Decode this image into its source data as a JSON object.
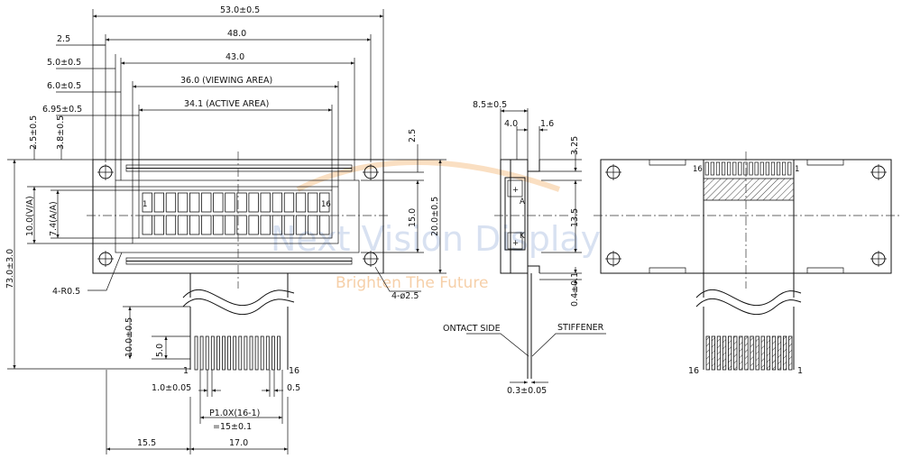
{
  "watermark": {
    "brand": "Next Vision Display",
    "tagline": "Brighten The Future"
  },
  "front_view": {
    "dims": {
      "overall_width": "53.0±0.5",
      "hole_pitch": "48.0",
      "pcb_inner": "43.0",
      "viewing_area": "36.0 (VIEWING AREA)",
      "active_area": "34.1 (ACTIVE AREA)",
      "off_2_5": "2.5",
      "off_5_0": "5.0±0.5",
      "off_6_0": "6.0±0.5",
      "off_6_95": "6.95±0.5",
      "top_2_5": "2.5±0.5",
      "top_3_8": "3.8±0.5",
      "va_height": "10.0(V/A)",
      "aa_height": "7.4(A/A)",
      "overall_height": "73.0±3.0",
      "right_2_5": "2.5",
      "right_15": "15.0",
      "right_20": "20.0±0.5",
      "corner_radius": "4-R0.5",
      "hole_dia": "4-ø2.5",
      "tail_10": "10.0±0.5",
      "tail_5": "5.0",
      "pin_first": "1",
      "pin_last": "16",
      "pad_width": "1.0±0.05",
      "pad_gap": "0.5",
      "pitch_label": "P1.0X(16-1)",
      "pitch_total": "=15±0.1",
      "bottom_15_5": "15.5",
      "bottom_17": "17.0"
    },
    "lcd_pin_left": "1",
    "lcd_pin_right": "16",
    "chars_per_row": 16,
    "rows": 2
  },
  "side_view": {
    "dims": {
      "thickness": "8.5±0.5",
      "d4": "4.0",
      "d1_6": "1.6",
      "d3_25": "3.25",
      "d13_5": "13.5",
      "d0_4": "0.4±0.1",
      "d0_3": "0.3±0.05"
    },
    "labels": {
      "contact_side": "ONTACT SIDE",
      "stiffener": "STIFFENER",
      "anode": "A",
      "cathode": "K"
    }
  },
  "back_view": {
    "pin_left": "16",
    "pin_right": "1",
    "tail_left": "16",
    "tail_right": "1"
  }
}
